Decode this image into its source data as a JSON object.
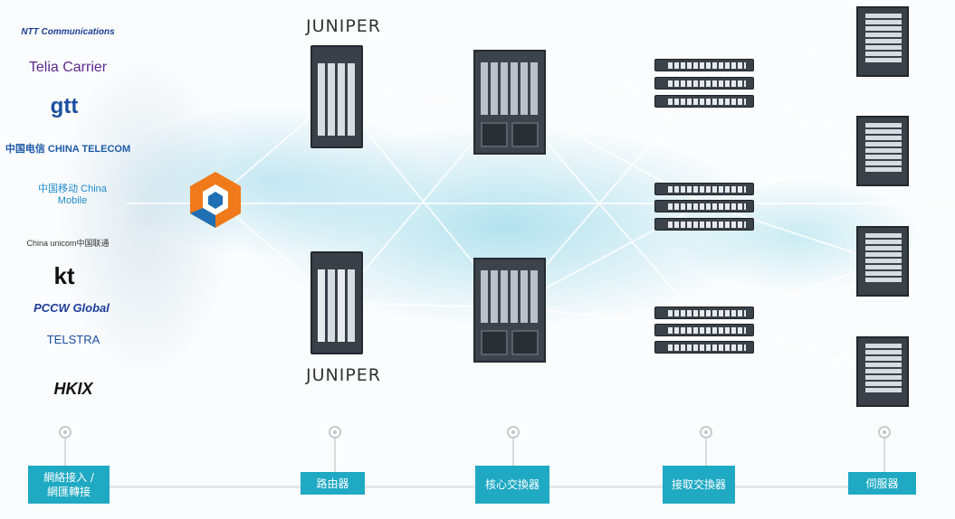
{
  "carriers": [
    "NTT Communications",
    "Telia Carrier",
    "gtt",
    "中国电信 CHINA TELECOM",
    "中国移动 China Mobile",
    "China unicom中国联通",
    "kt",
    "PCCW Global",
    "TELSTRA",
    "HKIX"
  ],
  "devices": {
    "router_brand_top": "JUNIPER",
    "router_brand_bottom": "JUNIPER"
  },
  "stages": [
    "網絡接入 / 網匯轉接",
    "路由器",
    "核心交換器",
    "接取交換器",
    "伺服器"
  ],
  "colors": {
    "accent": "#1fa9c3",
    "hub_orange": "#f07a1a",
    "hub_blue": "#1f6fb5"
  }
}
